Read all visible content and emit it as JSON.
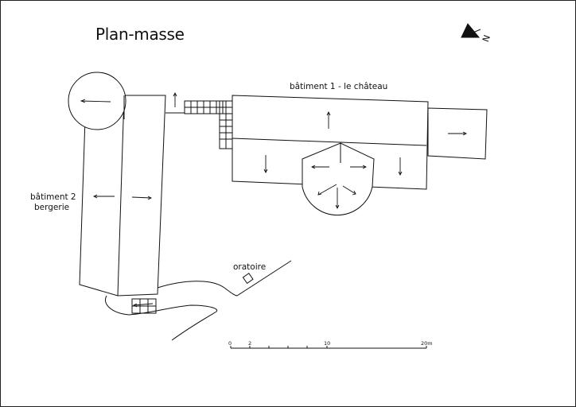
{
  "title": "Plan-masse",
  "labels": {
    "building_1": "bâtiment 1 - le château",
    "building_2_line1": "bâtiment 2",
    "building_2_line2": "bergerie",
    "oratory": "oratoire"
  },
  "scale_bar": {
    "ticks": [
      "0",
      "2",
      "10",
      "20m"
    ]
  },
  "north_arrow": {
    "letter": "N"
  }
}
